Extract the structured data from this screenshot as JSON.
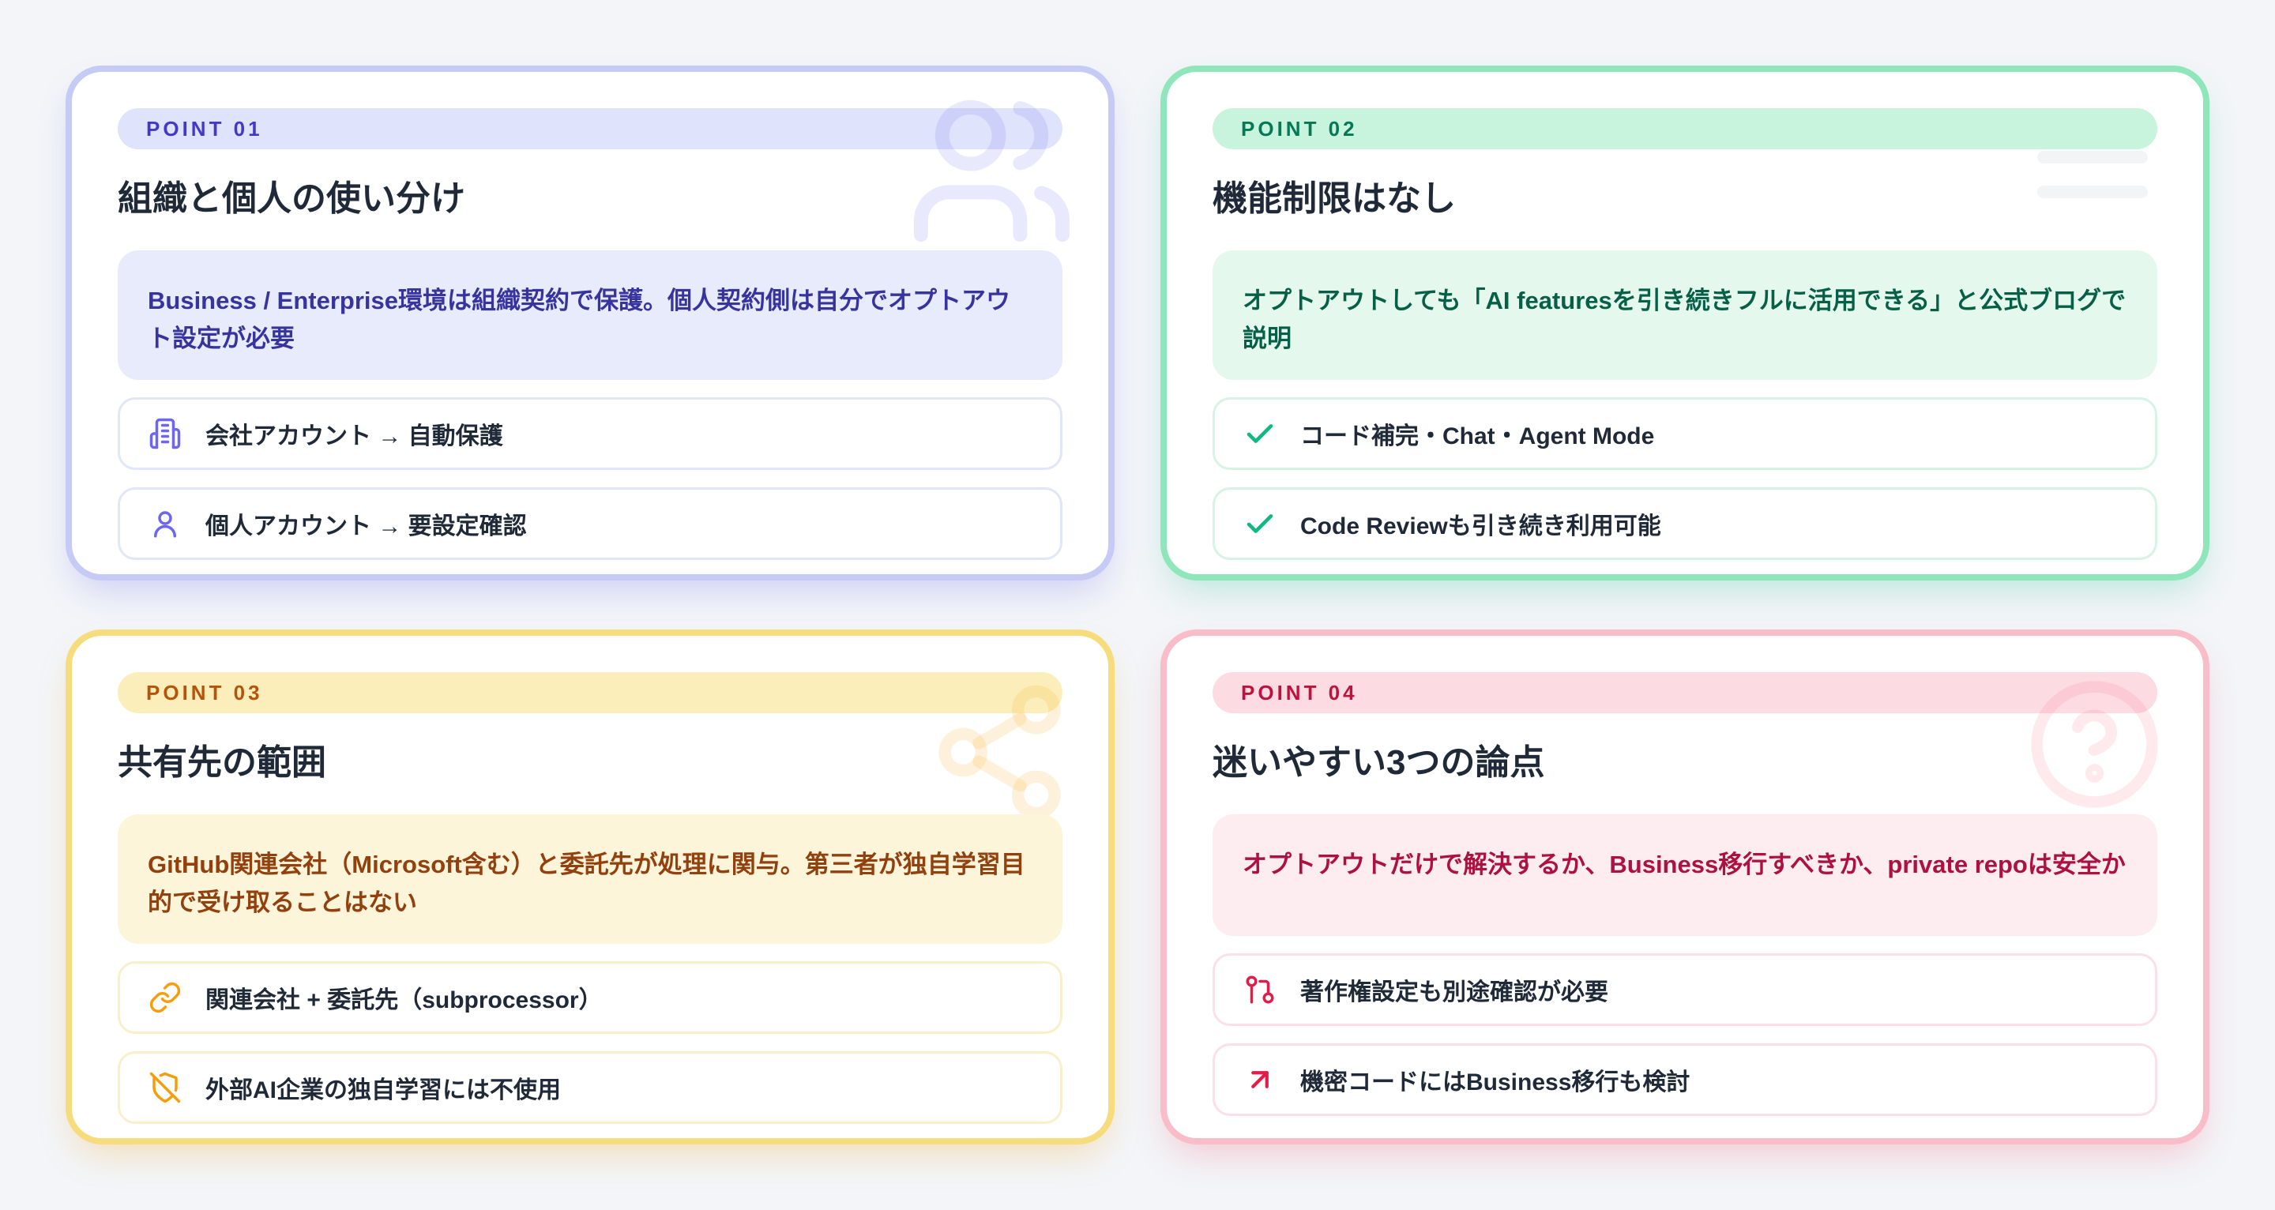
{
  "page": {
    "background": "#f3f5f8"
  },
  "cards": [
    {
      "badge": "POINT 01",
      "title": "組織と個人の使い分け",
      "highlight": "Business / Enterprise環境は組織契約で保護。個人契約側は自分でオプトアウト設定が必要",
      "accent": "#6366f1",
      "watermark_icon": "users-icon",
      "items": [
        {
          "icon": "building-icon",
          "label": "会社アカウント → 自動保護"
        },
        {
          "icon": "user-icon",
          "label": "個人アカウント → 要設定確認"
        }
      ]
    },
    {
      "badge": "POINT 02",
      "title": "機能制限はなし",
      "highlight": "オプトアウトしても「AI featuresを引き続きフルに活用できる」と公式ブログで説明",
      "accent": "#10b981",
      "watermark_icon": "list-icon",
      "items": [
        {
          "icon": "check-icon",
          "label": "コード補完・Chat・Agent Mode"
        },
        {
          "icon": "check-icon",
          "label": "Code Reviewも引き続き利用可能"
        }
      ]
    },
    {
      "badge": "POINT 03",
      "title": "共有先の範囲",
      "highlight": "GitHub関連会社（Microsoft含む）と委託先が処理に関与。第三者が独自学習目的で受け取ることはない",
      "accent": "#f59e0b",
      "watermark_icon": "share-icon",
      "items": [
        {
          "icon": "link-icon",
          "label": "関連会社 + 委託先（subprocessor）"
        },
        {
          "icon": "shield-off-icon",
          "label": "外部AI企業の独自学習には不使用"
        }
      ]
    },
    {
      "badge": "POINT 04",
      "title": "迷いやすい3つの論点",
      "highlight": "オプトアウトだけで解決するか、Business移行すべきか、private repoは安全か",
      "accent": "#e11d48",
      "watermark_icon": "question-icon",
      "items": [
        {
          "icon": "git-branch-icon",
          "label": "著作権設定も別途確認が必要"
        },
        {
          "icon": "arrow-up-right-icon",
          "label": "機密コードにはBusiness移行も検討"
        }
      ]
    }
  ]
}
